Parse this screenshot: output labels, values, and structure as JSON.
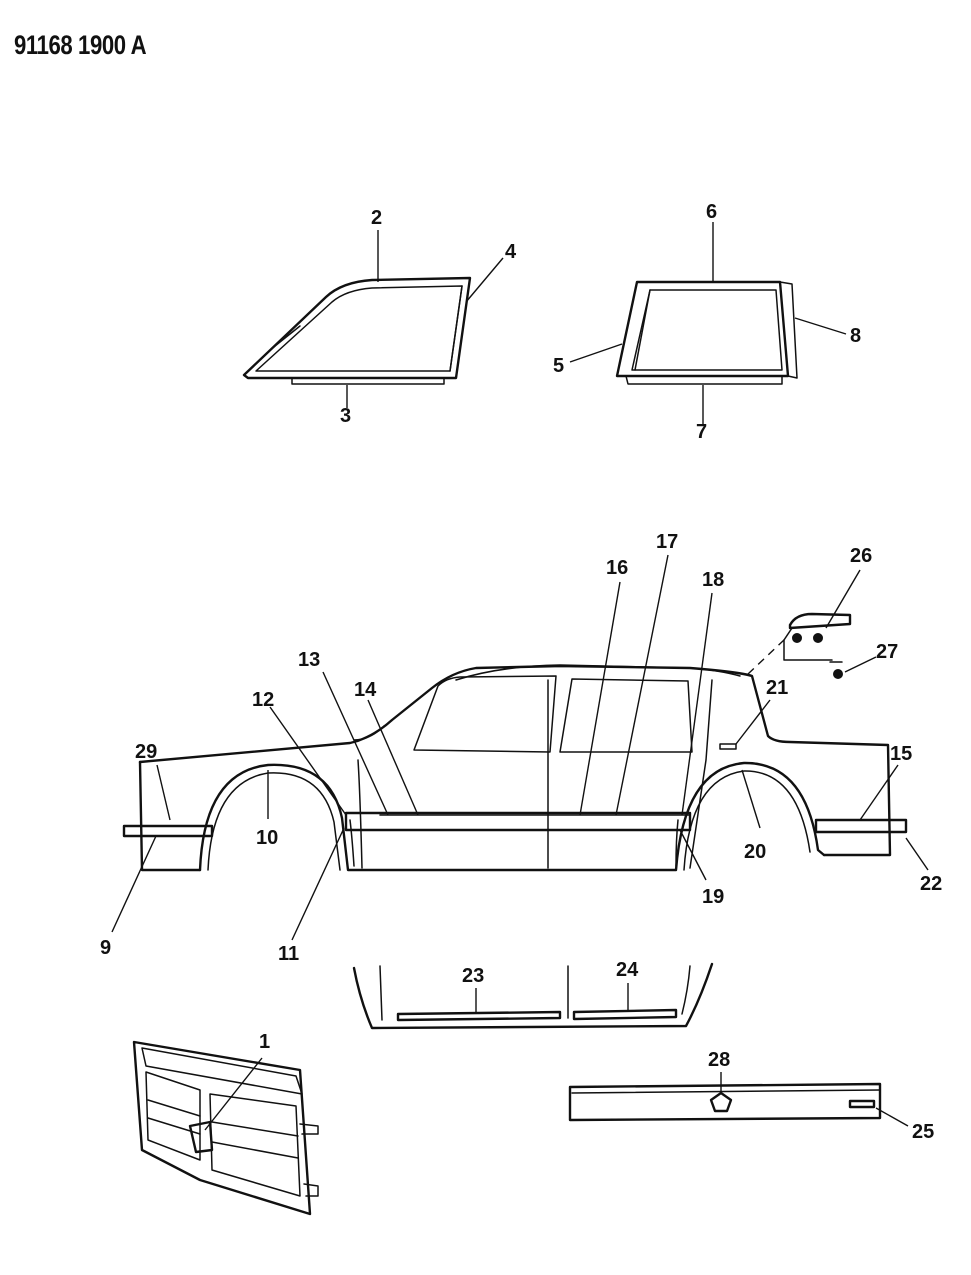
{
  "title": "91168 1900 A",
  "callouts": [
    "1",
    "2",
    "3",
    "4",
    "5",
    "6",
    "7",
    "8",
    "9",
    "10",
    "11",
    "12",
    "13",
    "14",
    "15",
    "16",
    "17",
    "18",
    "19",
    "20",
    "21",
    "22",
    "23",
    "24",
    "25",
    "26",
    "27",
    "28",
    "29"
  ]
}
